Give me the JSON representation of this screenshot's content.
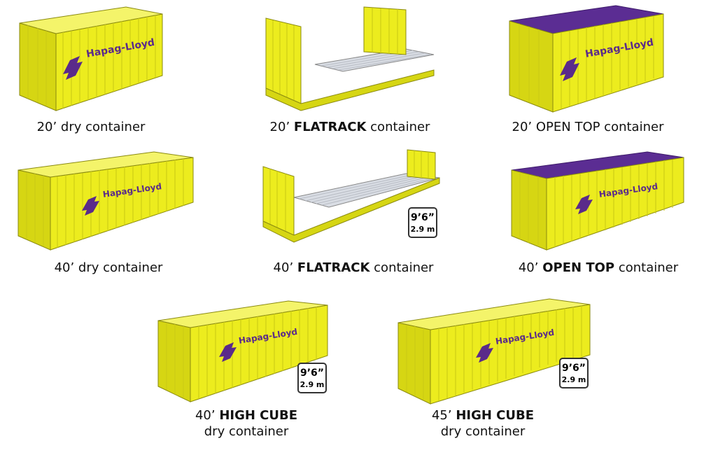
{
  "brand": {
    "name": "Hapag-Lloyd",
    "body_color": "#ecec1e",
    "logo_color": "#5a2a8a",
    "tarp_color": "#5b2d93",
    "floor_color": "#d9dde4"
  },
  "badge": {
    "height_ft": "9’6”",
    "height_m": "2.9 m"
  },
  "containers": [
    {
      "id": "20-dry",
      "pre": "20’ dry container",
      "bold": "",
      "post": "",
      "line2": ""
    },
    {
      "id": "20-flatrack",
      "pre": "20’ ",
      "bold": "FLATRACK",
      "post": " container",
      "line2": ""
    },
    {
      "id": "20-opentop",
      "pre": "20’ OPEN TOP container",
      "bold": "",
      "post": "",
      "line2": ""
    },
    {
      "id": "40-dry",
      "pre": "40’ dry container",
      "bold": "",
      "post": "",
      "line2": ""
    },
    {
      "id": "40-flatrack",
      "pre": "40’ ",
      "bold": "FLATRACK",
      "post": " container",
      "line2": ""
    },
    {
      "id": "40-opentop",
      "pre": "40’ ",
      "bold": "OPEN TOP",
      "post": " container",
      "line2": ""
    },
    {
      "id": "40-highcube",
      "pre": "40’ ",
      "bold": "HIGH CUBE",
      "post": "",
      "line2": "dry container"
    },
    {
      "id": "45-highcube",
      "pre": "45’ ",
      "bold": "HIGH CUBE",
      "post": "",
      "line2": "dry container"
    }
  ]
}
